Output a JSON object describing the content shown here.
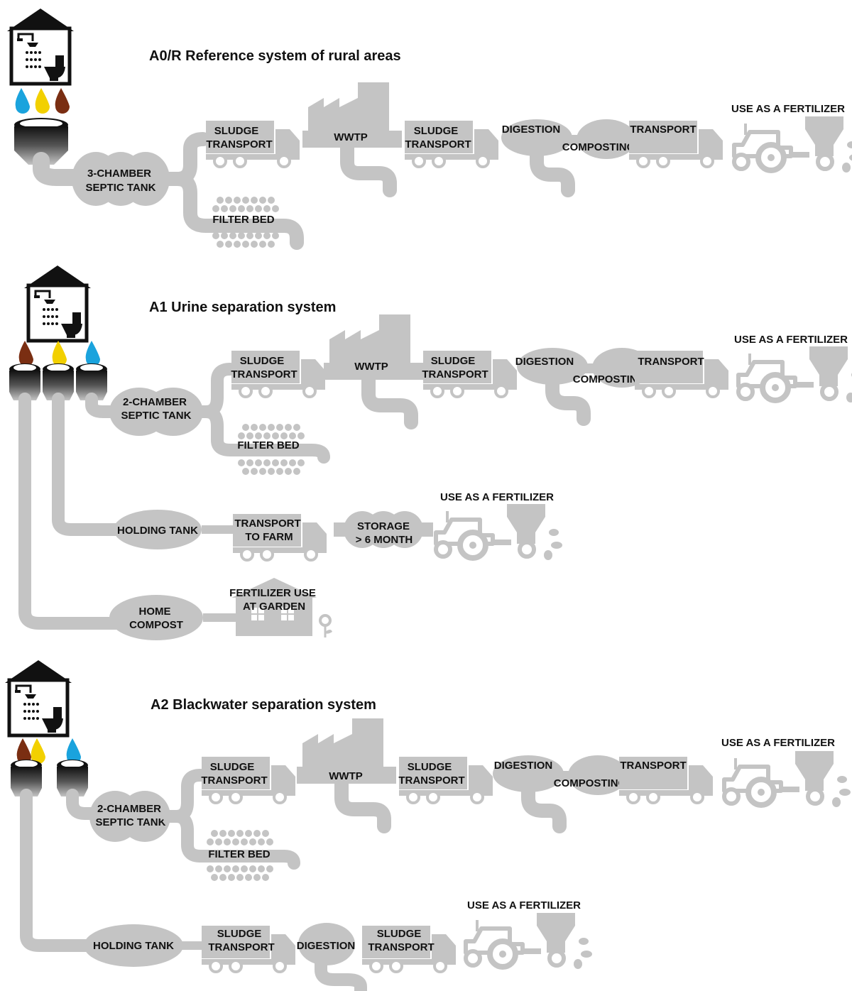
{
  "sections": [
    {
      "title": "A0/R Reference system of rural areas",
      "septic_tank": [
        "3-CHAMBER",
        "SEPTIC TANK"
      ],
      "sludge_transport_1": [
        "SLUDGE",
        "TRANSPORT"
      ],
      "wwtp": "WWTP",
      "sludge_transport_2": [
        "SLUDGE",
        "TRANSPORT"
      ],
      "digestion": "DIGESTION",
      "composting": "COMPOSTING",
      "transport": "TRANSPORT",
      "use_fertilizer": "USE AS A FERTILIZER",
      "filter_bed": "FILTER BED"
    },
    {
      "title": "A1 Urine separation system",
      "septic_tank": [
        "2-CHAMBER",
        "SEPTIC TANK"
      ],
      "sludge_transport_1": [
        "SLUDGE",
        "TRANSPORT"
      ],
      "wwtp": "WWTP",
      "sludge_transport_2": [
        "SLUDGE",
        "TRANSPORT"
      ],
      "digestion": "DIGESTION",
      "composting": "COMPOSTING",
      "transport": "TRANSPORT",
      "use_fertilizer": "USE AS A FERTILIZER",
      "filter_bed": "FILTER BED",
      "holding_tank": "HOLDING TANK",
      "transport_to_farm": [
        "TRANSPORT",
        "TO FARM"
      ],
      "storage": [
        "STORAGE",
        "> 6 MONTH"
      ],
      "use_fertilizer_2": "USE AS A FERTILIZER",
      "home_compost": [
        "HOME",
        "COMPOST"
      ],
      "fertilizer_garden": [
        "FERTILIZER USE",
        "AT GARDEN"
      ]
    },
    {
      "title": "A2 Blackwater separation system",
      "septic_tank": [
        "2-CHAMBER",
        "SEPTIC TANK"
      ],
      "sludge_transport_1": [
        "SLUDGE",
        "TRANSPORT"
      ],
      "wwtp": "WWTP",
      "sludge_transport_2": [
        "SLUDGE",
        "TRANSPORT"
      ],
      "digestion": "DIGESTION",
      "composting": "COMPOSTING",
      "transport": "TRANSPORT",
      "use_fertilizer": "USE AS A FERTILIZER",
      "filter_bed": "FILTER BED",
      "holding_tank": "HOLDING TANK",
      "bw_transport_1": [
        "SLUDGE",
        "TRANSPORT"
      ],
      "bw_digestion": "DIGESTION",
      "bw_transport_2": [
        "SLUDGE",
        "TRANSPORT"
      ],
      "use_fertilizer_2": "USE AS A FERTILIZER"
    }
  ],
  "colors": {
    "process_gray": "#c4c4c4",
    "text": "#111111",
    "greywater_drop": "#1aa3dd",
    "urine_drop": "#f2d000",
    "feces_drop": "#7a2e12"
  },
  "icons": [
    "house-icon",
    "shower-icon",
    "toilet-icon",
    "drop-icon",
    "truck-icon",
    "factory-icon",
    "tractor-icon",
    "spreader-icon",
    "gravel-icon",
    "garden-house-icon",
    "flower-icon"
  ]
}
